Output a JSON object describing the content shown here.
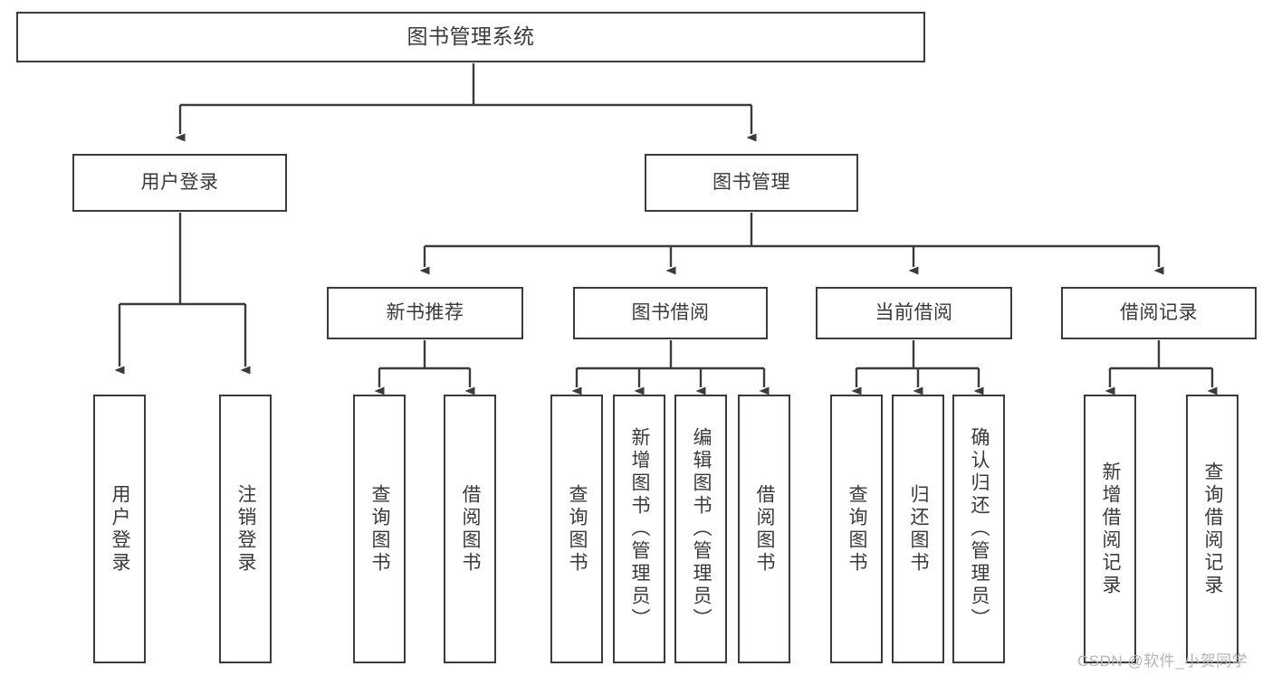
{
  "diagram": {
    "title": "图书管理系统",
    "type": "tree-hierarchy",
    "orientation": "top-down",
    "colors": {
      "box_border": "#3b3b3b",
      "box_fill": "#ffffff",
      "text": "#3a3a3a",
      "connector": "#3b3b3b",
      "watermark": "#b4b4b4",
      "background": "#ffffff"
    }
  },
  "root": {
    "label": "图书管理系统"
  },
  "level2": {
    "user_login": {
      "label": "用户登录"
    },
    "book_manage": {
      "label": "图书管理"
    }
  },
  "level3": {
    "new_book_recommend": {
      "label": "新书推荐"
    },
    "book_borrow": {
      "label": "图书借阅"
    },
    "current_borrow": {
      "label": "当前借阅"
    },
    "borrow_record": {
      "label": "借阅记录"
    }
  },
  "leaves": {
    "user_login": [
      {
        "label": "用户登录"
      },
      {
        "label": "注销登录"
      }
    ],
    "new_book_recommend": [
      {
        "label": "查询图书"
      },
      {
        "label": "借阅图书"
      }
    ],
    "book_borrow": [
      {
        "label": "查询图书"
      },
      {
        "label": "新增图书（管理员）"
      },
      {
        "label": "编辑图书（管理员）"
      },
      {
        "label": "借阅图书"
      }
    ],
    "current_borrow": [
      {
        "label": "查询图书"
      },
      {
        "label": "归还图书"
      },
      {
        "label": "确认归还（管理员）"
      }
    ],
    "borrow_record": [
      {
        "label": "新增借阅记录"
      },
      {
        "label": "查询借阅记录"
      }
    ]
  },
  "watermark": {
    "text": "CSDN @软件_小贺同学"
  }
}
